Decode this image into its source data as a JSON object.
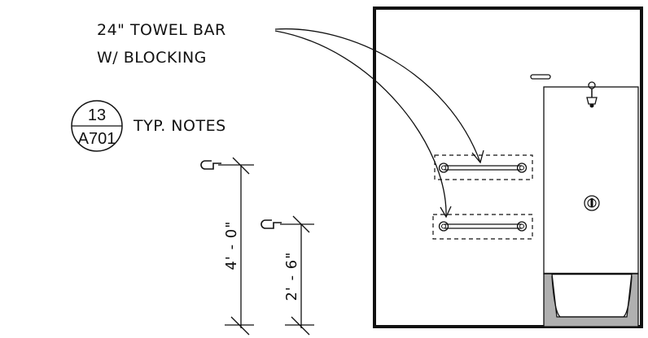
{
  "callout": {
    "line1": "24\" TOWEL BAR",
    "line2": "W/ BLOCKING"
  },
  "section_tag": {
    "number": "13",
    "sheet": "A701",
    "note": "TYP. NOTES"
  },
  "dimensions": {
    "tall": "4' - 0\"",
    "short": "2' - 6\""
  },
  "colors": {
    "line": "#111111",
    "tub_fill": "#b0b0b0"
  }
}
